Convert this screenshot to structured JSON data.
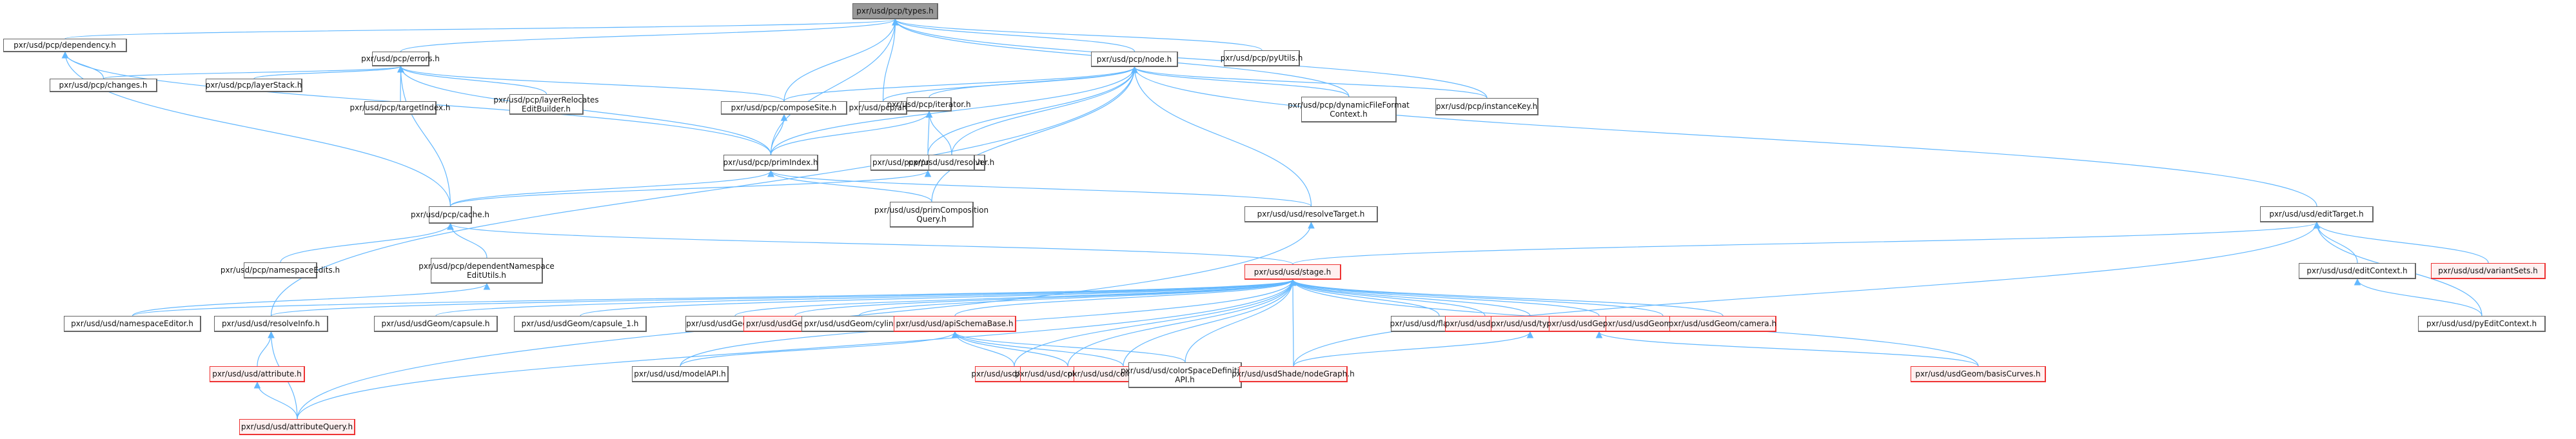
{
  "diagram": {
    "title": "pxr/usd/pcp/types.h",
    "colors": {
      "edge": "#63b8ff",
      "root_fill": "#999999",
      "normal_fill": "#ffffff",
      "normal_border": "#666666",
      "incomplete_fill": "#fff0f0",
      "incomplete_border": "#ee3333"
    },
    "nodes": [
      {
        "id": "types",
        "label": "pxr/usd/pcp/types.h",
        "style": "root"
      },
      {
        "id": "dependency",
        "label": "pxr/usd/pcp/dependency.h",
        "style": "normal"
      },
      {
        "id": "errors",
        "label": "pxr/usd/pcp/errors.h",
        "style": "normal"
      },
      {
        "id": "node",
        "label": "pxr/usd/pcp/node.h",
        "style": "normal"
      },
      {
        "id": "pyUtils",
        "label": "pxr/usd/pcp/pyUtils.h",
        "style": "normal"
      },
      {
        "id": "changes",
        "label": "pxr/usd/pcp/changes.h",
        "style": "normal"
      },
      {
        "id": "layerStack",
        "label": "pxr/usd/pcp/layerStack.h",
        "style": "normal"
      },
      {
        "id": "targetIndex",
        "label": "pxr/usd/pcp/targetIndex.h",
        "style": "normal"
      },
      {
        "id": "layerRelocates",
        "label": "pxr/usd/pcp/layerRelocates\nEditBuilder.h",
        "style": "normal"
      },
      {
        "id": "composeSite",
        "label": "pxr/usd/pcp/composeSite.h",
        "style": "normal"
      },
      {
        "id": "arc",
        "label": "pxr/usd/pcp/arc.h",
        "style": "normal"
      },
      {
        "id": "iterator",
        "label": "pxr/usd/pcp/iterator.h",
        "style": "normal"
      },
      {
        "id": "dynamicFileFormat",
        "label": "pxr/usd/pcp/dynamicFileFormat\nContext.h",
        "style": "normal"
      },
      {
        "id": "instanceKey",
        "label": "pxr/usd/pcp/instanceKey.h",
        "style": "normal"
      },
      {
        "id": "primIndex",
        "label": "pxr/usd/pcp/primIndex.h",
        "style": "normal"
      },
      {
        "id": "propertyIndex",
        "label": "pxr/usd/pcp/propertyIndex.h",
        "style": "normal"
      },
      {
        "id": "resolver",
        "label": "pxr/usd/usd/resolver.h",
        "style": "normal"
      },
      {
        "id": "cache",
        "label": "pxr/usd/pcp/cache.h",
        "style": "normal"
      },
      {
        "id": "primComposition",
        "label": "pxr/usd/usd/primComposition\nQuery.h",
        "style": "normal"
      },
      {
        "id": "resolveTarget",
        "label": "pxr/usd/usd/resolveTarget.h",
        "style": "normal"
      },
      {
        "id": "editTarget",
        "label": "pxr/usd/usd/editTarget.h",
        "style": "normal"
      },
      {
        "id": "namespaceEdits",
        "label": "pxr/usd/pcp/namespaceEdits.h",
        "style": "normal"
      },
      {
        "id": "dependentNamespace",
        "label": "pxr/usd/pcp/dependentNamespace\nEditUtils.h",
        "style": "normal"
      },
      {
        "id": "stage",
        "label": "pxr/usd/usd/stage.h",
        "style": "red"
      },
      {
        "id": "editContext",
        "label": "pxr/usd/usd/editContext.h",
        "style": "normal"
      },
      {
        "id": "variantSets",
        "label": "pxr/usd/usd/variantSets.h",
        "style": "red"
      },
      {
        "id": "namespaceEditor",
        "label": "pxr/usd/usd/namespaceEditor.h",
        "style": "normal"
      },
      {
        "id": "resolveInfo",
        "label": "pxr/usd/usd/resolveInfo.h",
        "style": "normal"
      },
      {
        "id": "capsule",
        "label": "pxr/usd/usdGeom/capsule.h",
        "style": "normal"
      },
      {
        "id": "capsule1",
        "label": "pxr/usd/usdGeom/capsule_1.h",
        "style": "normal"
      },
      {
        "id": "cone",
        "label": "pxr/usd/usdGeom/cone.h",
        "style": "normal"
      },
      {
        "id": "cube",
        "label": "pxr/usd/usdGeom/cube.h",
        "style": "red"
      },
      {
        "id": "cylinder",
        "label": "pxr/usd/usdGeom/cylinder.h",
        "style": "normal"
      },
      {
        "id": "apiSchemaBase",
        "label": "pxr/usd/usd/apiSchemaBase.h",
        "style": "red"
      },
      {
        "id": "flattenUtils",
        "label": "pxr/usd/usd/flattenUtils.h",
        "style": "normal"
      },
      {
        "id": "object",
        "label": "pxr/usd/usd/object.h",
        "style": "red"
      },
      {
        "id": "typed",
        "label": "pxr/usd/usd/typed.h",
        "style": "red"
      },
      {
        "id": "curves",
        "label": "pxr/usd/usdGeom/curves.h",
        "style": "red"
      },
      {
        "id": "boundable",
        "label": "pxr/usd/usdGeom/boundable.h",
        "style": "red"
      },
      {
        "id": "camera",
        "label": "pxr/usd/usdGeom/camera.h",
        "style": "red"
      },
      {
        "id": "pyEditContext",
        "label": "pxr/usd/usd/pyEditContext.h",
        "style": "normal"
      },
      {
        "id": "attribute",
        "label": "pxr/usd/usd/attribute.h",
        "style": "red"
      },
      {
        "id": "modelAPI",
        "label": "pxr/usd/usd/modelAPI.h",
        "style": "normal"
      },
      {
        "id": "clipsAPI",
        "label": "pxr/usd/usd/clipsAPI.h",
        "style": "red"
      },
      {
        "id": "collectionAPI",
        "label": "pxr/usd/usd/collectionAPI.h",
        "style": "red"
      },
      {
        "id": "colorSpaceAPI",
        "label": "pxr/usd/usd/colorSpaceAPI.h",
        "style": "red"
      },
      {
        "id": "colorSpaceDef",
        "label": "pxr/usd/usd/colorSpaceDefinition\nAPI.h",
        "style": "normal"
      },
      {
        "id": "nodeGraph",
        "label": "pxr/usd/usdShade/nodeGraph.h",
        "style": "red"
      },
      {
        "id": "basisCurves",
        "label": "pxr/usd/usdGeom/basisCurves.h",
        "style": "red"
      },
      {
        "id": "attributeQuery",
        "label": "pxr/usd/usd/attributeQuery.h",
        "style": "red"
      }
    ],
    "edges": [
      [
        "dependency",
        "types"
      ],
      [
        "errors",
        "types"
      ],
      [
        "node",
        "types"
      ],
      [
        "pyUtils",
        "types"
      ],
      [
        "composeSite",
        "types"
      ],
      [
        "arc",
        "types"
      ],
      [
        "primIndex",
        "types"
      ],
      [
        "dynamicFileFormat",
        "types"
      ],
      [
        "instanceKey",
        "types"
      ],
      [
        "changes",
        "dependency"
      ],
      [
        "cache",
        "dependency"
      ],
      [
        "primIndex",
        "dependency"
      ],
      [
        "changes",
        "errors"
      ],
      [
        "layerStack",
        "errors"
      ],
      [
        "targetIndex",
        "errors"
      ],
      [
        "layerRelocates",
        "errors"
      ],
      [
        "composeSite",
        "errors"
      ],
      [
        "primIndex",
        "errors"
      ],
      [
        "cache",
        "errors"
      ],
      [
        "composeSite",
        "node"
      ],
      [
        "arc",
        "node"
      ],
      [
        "iterator",
        "node"
      ],
      [
        "primIndex",
        "node"
      ],
      [
        "propertyIndex",
        "node"
      ],
      [
        "resolver",
        "node"
      ],
      [
        "primComposition",
        "node"
      ],
      [
        "resolveTarget",
        "node"
      ],
      [
        "dynamicFileFormat",
        "node"
      ],
      [
        "instanceKey",
        "node"
      ],
      [
        "editTarget",
        "node"
      ],
      [
        "resolveInfo",
        "node"
      ],
      [
        "primIndex",
        "composeSite"
      ],
      [
        "primIndex",
        "iterator"
      ],
      [
        "propertyIndex",
        "iterator"
      ],
      [
        "resolver",
        "iterator"
      ],
      [
        "cache",
        "primIndex"
      ],
      [
        "primComposition",
        "primIndex"
      ],
      [
        "resolveTarget",
        "primIndex"
      ],
      [
        "cache",
        "propertyIndex"
      ],
      [
        "namespaceEdits",
        "cache"
      ],
      [
        "dependentNamespace",
        "cache"
      ],
      [
        "stage",
        "cache"
      ],
      [
        "namespaceEditor",
        "dependentNamespace"
      ],
      [
        "stage",
        "editTarget"
      ],
      [
        "editContext",
        "editTarget"
      ],
      [
        "variantSets",
        "editTarget"
      ],
      [
        "pyEditContext",
        "editTarget"
      ],
      [
        "nodeGraph",
        "editTarget"
      ],
      [
        "pyEditContext",
        "editContext"
      ],
      [
        "attributeQuery",
        "resolveTarget"
      ],
      [
        "namespaceEditor",
        "stage"
      ],
      [
        "resolveInfo",
        "stage"
      ],
      [
        "capsule",
        "stage"
      ],
      [
        "capsule1",
        "stage"
      ],
      [
        "cone",
        "stage"
      ],
      [
        "cube",
        "stage"
      ],
      [
        "cylinder",
        "stage"
      ],
      [
        "apiSchemaBase",
        "stage"
      ],
      [
        "flattenUtils",
        "stage"
      ],
      [
        "object",
        "stage"
      ],
      [
        "typed",
        "stage"
      ],
      [
        "curves",
        "stage"
      ],
      [
        "boundable",
        "stage"
      ],
      [
        "camera",
        "stage"
      ],
      [
        "modelAPI",
        "stage"
      ],
      [
        "clipsAPI",
        "stage"
      ],
      [
        "collectionAPI",
        "stage"
      ],
      [
        "colorSpaceAPI",
        "stage"
      ],
      [
        "colorSpaceDef",
        "stage"
      ],
      [
        "nodeGraph",
        "stage"
      ],
      [
        "basisCurves",
        "stage"
      ],
      [
        "attributeQuery",
        "stage"
      ],
      [
        "attribute",
        "resolveInfo"
      ],
      [
        "attributeQuery",
        "resolveInfo"
      ],
      [
        "attributeQuery",
        "attribute"
      ],
      [
        "modelAPI",
        "apiSchemaBase"
      ],
      [
        "clipsAPI",
        "apiSchemaBase"
      ],
      [
        "collectionAPI",
        "apiSchemaBase"
      ],
      [
        "colorSpaceAPI",
        "apiSchemaBase"
      ],
      [
        "colorSpaceDef",
        "apiSchemaBase"
      ],
      [
        "nodeGraph",
        "typed"
      ],
      [
        "basisCurves",
        "curves"
      ]
    ]
  }
}
